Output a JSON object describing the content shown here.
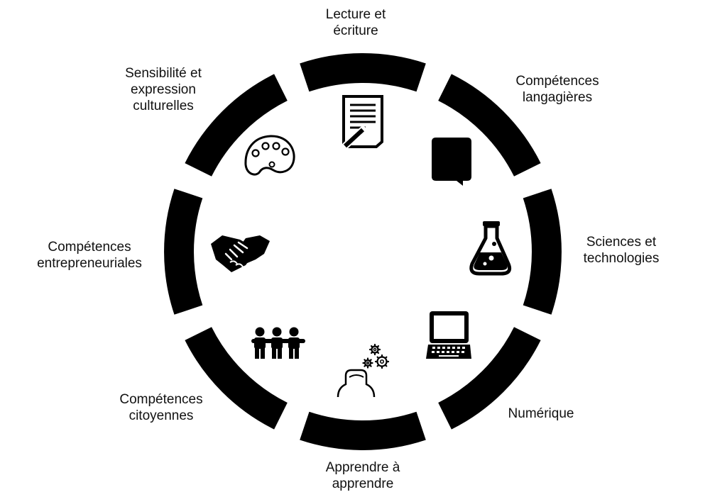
{
  "colors": {
    "ring": "#000000",
    "icon": "#000000",
    "text": "#111111",
    "background": "#ffffff"
  },
  "competences": [
    {
      "label": "Lecture et\nécriture",
      "icon": "document-pen-icon"
    },
    {
      "label": "Compétences\nlangagières",
      "icon": "speech-bubble-icon"
    },
    {
      "label": "Sciences et\ntechnologies",
      "icon": "flask-icon"
    },
    {
      "label": "Numérique",
      "icon": "laptop-icon"
    },
    {
      "label": "Apprendre à\napprendre",
      "icon": "head-gears-icon"
    },
    {
      "label": "Compétences\ncitoyennes",
      "icon": "people-group-icon"
    },
    {
      "label": "Compétences\nentrepreneuriales",
      "icon": "handshake-icon"
    },
    {
      "label": "Sensibilité et\nexpression\nculturelles",
      "icon": "palette-icon"
    }
  ]
}
